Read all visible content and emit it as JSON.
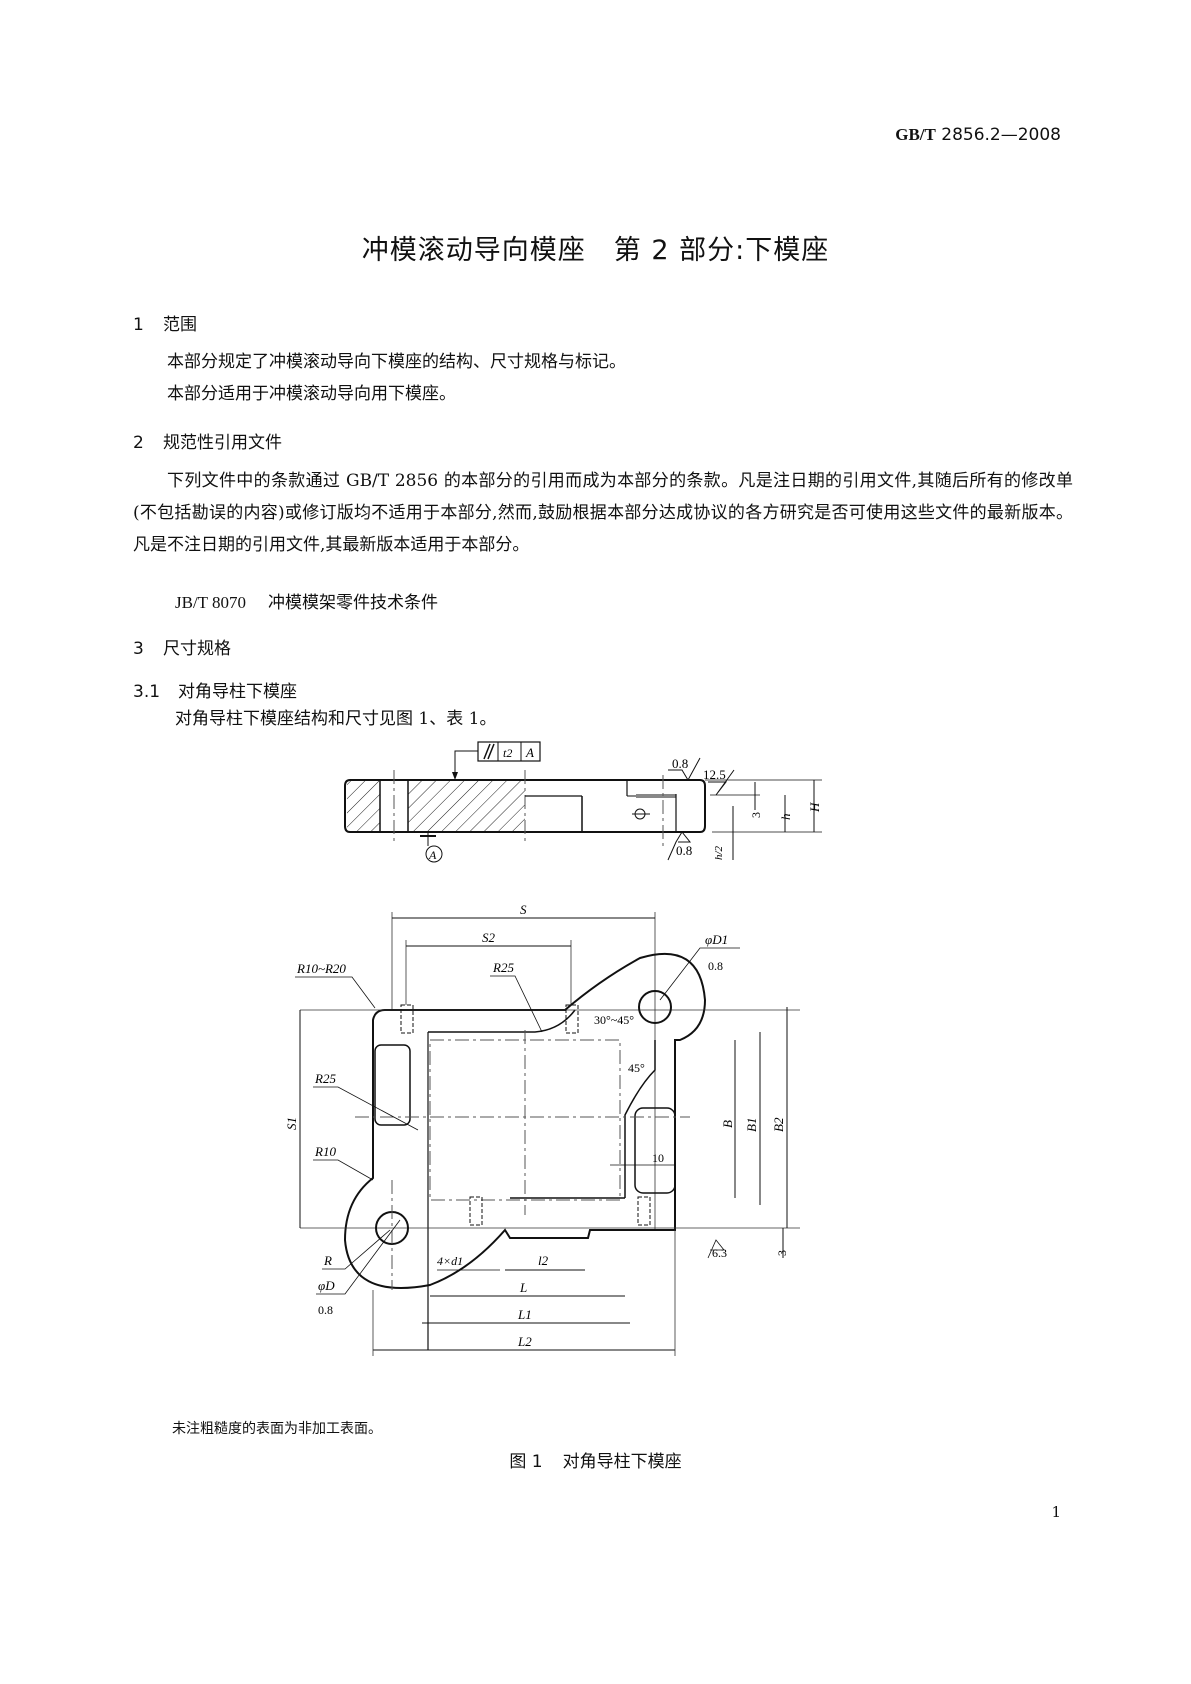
{
  "header": {
    "standard_prefix": "GB/T",
    "standard_number": "2856.2—2008"
  },
  "title": "冲模滚动导向模座　第 2 部分:下模座",
  "sections": [
    {
      "number": "1",
      "heading": "范围",
      "paragraphs": [
        "本部分规定了冲模滚动导向下模座的结构、尺寸规格与标记。",
        "本部分适用于冲模滚动导向用下模座。"
      ]
    },
    {
      "number": "2",
      "heading": "规范性引用文件",
      "paragraphs": [
        "下列文件中的条款通过 GB/T 2856 的本部分的引用而成为本部分的条款。凡是注日期的引用文件,其随后所有的修改单(不包括勘误的内容)或修订版均不适用于本部分,然而,鼓励根据本部分达成协议的各方研究是否可使用这些文件的最新版本。凡是不注日期的引用文件,其最新版本适用于本部分。"
      ],
      "references": [
        {
          "code": "JB/T 8070",
          "title": "冲模模架零件技术条件"
        }
      ]
    },
    {
      "number": "3",
      "heading": "尺寸规格"
    },
    {
      "number": "3.1",
      "heading": "对角导柱下模座",
      "paragraphs": [
        "对角导柱下模座结构和尺寸见图 1、表 1。"
      ]
    }
  ],
  "figure": {
    "section_view_labels": {
      "tolerance_symbol": "//",
      "tolerance_value": "t2",
      "datum": "A",
      "datum_marker": "A",
      "roughness_top": "0.8",
      "roughness_side": "12.5",
      "roughness_bottom": "0.8",
      "dim_3": "3",
      "dim_h": "h",
      "dim_H": "H",
      "dim_h_half": "h/2"
    },
    "plan_view_labels": {
      "S": "S",
      "S2": "S2",
      "S1": "S1",
      "R10_R20": "R10~R20",
      "R25_top": "R25",
      "R25_left": "R25",
      "R10": "R10",
      "angle_30_45": "30°~45°",
      "angle_45": "45°",
      "phi_D1": "φD1",
      "phi_D1_roughness": "0.8",
      "B": "B",
      "B1": "B1",
      "B2": "B2",
      "dim_10": "10",
      "roughness_6_3": "6.3",
      "dim_3": "3",
      "R": "R",
      "phi_D": "φD",
      "phi_D_roughness": "0.8",
      "n_d1": "4×d1",
      "l2": "l2",
      "L": "L",
      "L1": "L1",
      "L2": "L2"
    },
    "note": "未注粗糙度的表面为非加工表面。",
    "caption_number": "图 1",
    "caption_title": "对角导柱下模座"
  },
  "page_number": "1"
}
